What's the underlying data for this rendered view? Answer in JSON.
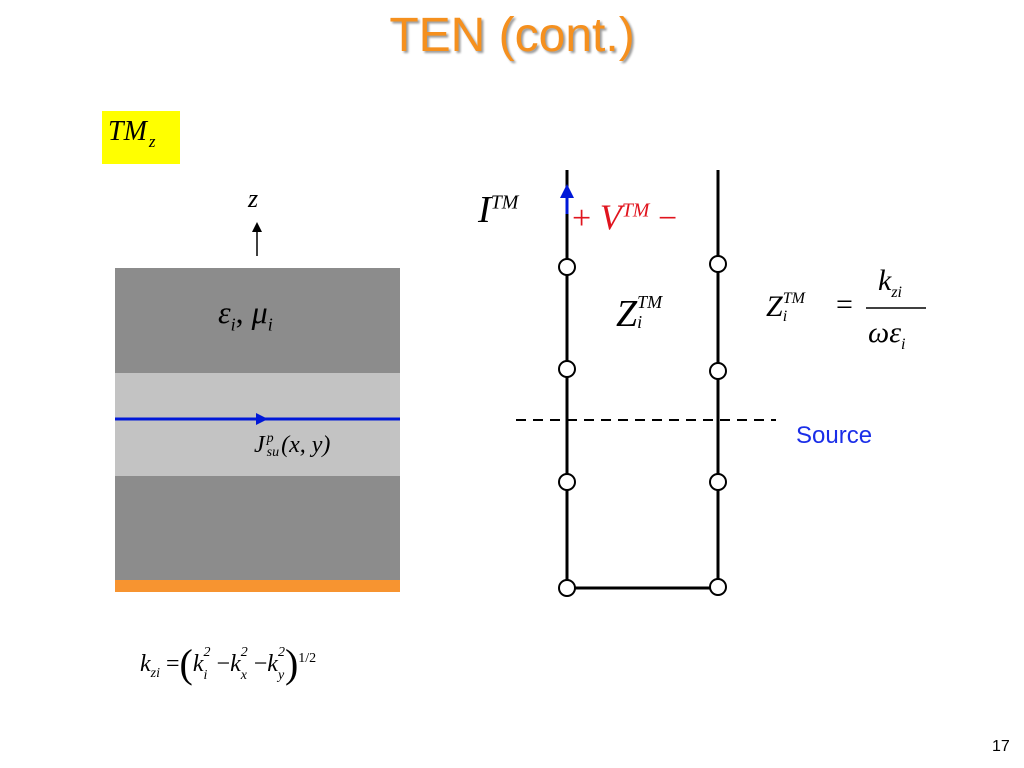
{
  "title": "TEN (cont.)",
  "colors": {
    "title": "#f5901e",
    "highlight": "#ffff00",
    "dark_layer": "#8c8c8c",
    "light_layer": "#c3c3c3",
    "ground": "#f79430",
    "current": "#0018d8",
    "voltage": "#e0141e",
    "source_label": "#1a2ee8"
  },
  "mode_label": {
    "main": "TM",
    "sub": "z"
  },
  "axis_label": "z",
  "layer_label": {
    "eps": "ε",
    "eps_sub": "i",
    "sep": ", ",
    "mu": "μ",
    "mu_sub": "i"
  },
  "current_label": {
    "main": "J",
    "sup": "p",
    "sub": "su",
    "args": "(x, y)"
  },
  "kzi_equation": {
    "lhs": "k",
    "lhs_sub": "zi",
    "eq": "=",
    "open": "(",
    "k1": "k",
    "k1_sup": "2",
    "k1_sub": "i",
    "minus1": "−",
    "k2": "k",
    "k2_sup": "2",
    "k2_sub": "x",
    "minus2": "−",
    "k3": "k",
    "k3_sup": "2",
    "k3_sub": "y",
    "close": ")",
    "exp": "1/2"
  },
  "ten": {
    "current": {
      "main": "I",
      "sup": "TM"
    },
    "voltage": {
      "plus": "+",
      "main": "V",
      "sup": "TM",
      "minus": "−"
    },
    "impedance": {
      "main": "Z",
      "sup": "TM",
      "sub": "i"
    },
    "source_label": "Source"
  },
  "impedance_equation": {
    "lhs": "Z",
    "lhs_sup": "TM",
    "lhs_sub": "i",
    "eq": "=",
    "num": "k",
    "num_sub": "zi",
    "den1": "ω",
    "den2": "ε",
    "den_sub": "i"
  },
  "page_number": "17"
}
